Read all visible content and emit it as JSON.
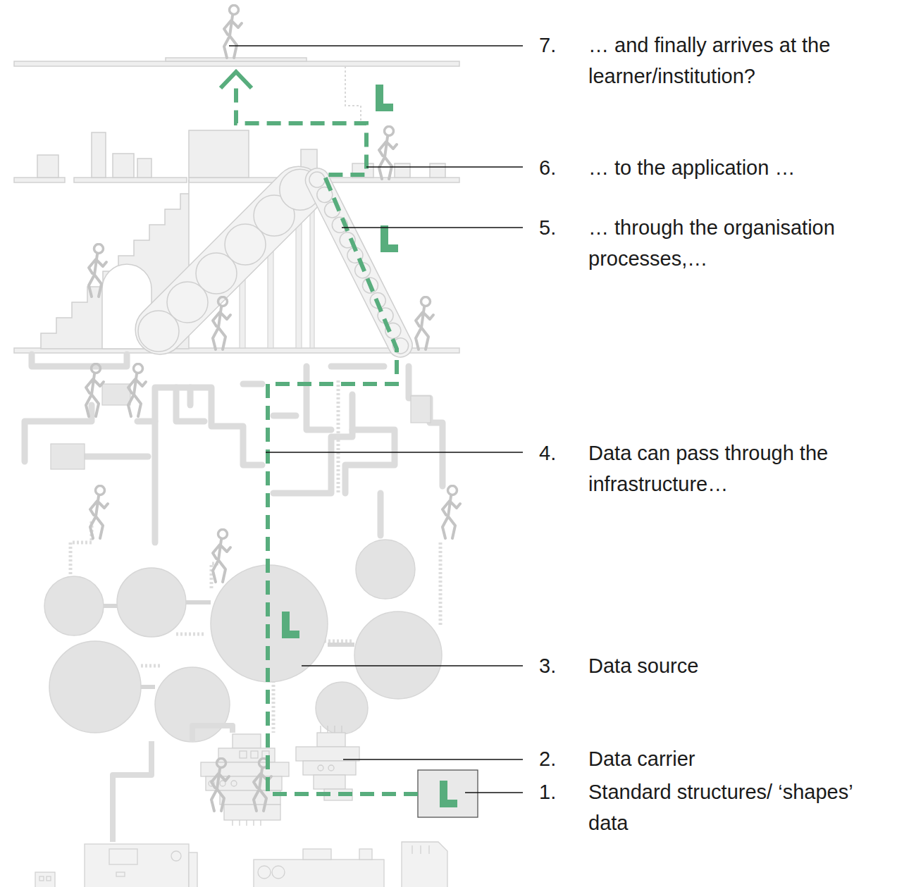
{
  "diagram": {
    "labels": [
      "7.",
      "… and finally arrives at the learner/institution?",
      "6.",
      "… to the application …",
      "5.",
      "… through the organisation processes,…",
      "4.",
      "Data can pass through the infrastructure…",
      "3.",
      "Data source",
      "2.",
      "Data carrier",
      "1.",
      "Standard structures/ ‘shapes’ data"
    ]
  }
}
